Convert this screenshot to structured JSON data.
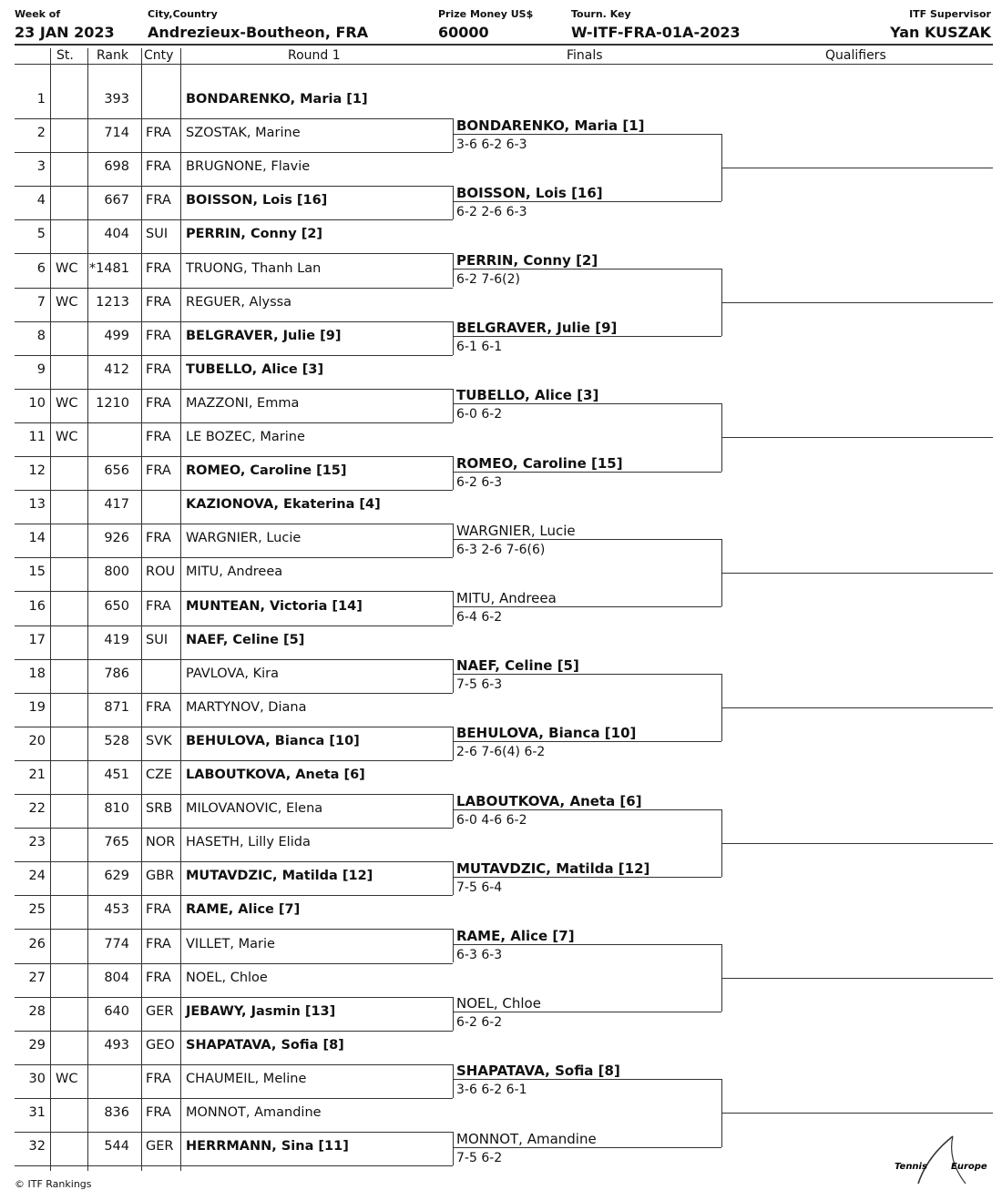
{
  "header": {
    "week_label": "Week of",
    "week_value": "23 JAN 2023",
    "city_label": "City,Country",
    "city_value": "Andrezieux-Boutheon, FRA",
    "prize_label": "Prize Money US$",
    "prize_value": "60000",
    "key_label": "Tourn. Key",
    "key_value": "W-ITF-FRA-01A-2023",
    "supervisor_label": "ITF Supervisor",
    "supervisor_value": "Yan KUSZAK"
  },
  "columns": {
    "st": "St.",
    "rank": "Rank",
    "cnty": "Cnty",
    "round1": "Round 1",
    "finals": "Finals",
    "qualifiers": "Qualifiers"
  },
  "draw": [
    {
      "pos": "1",
      "st": "",
      "rank": "393",
      "cnty": "",
      "name": "BONDARENKO, Maria [1]",
      "seed": true
    },
    {
      "pos": "2",
      "st": "",
      "rank": "714",
      "cnty": "FRA",
      "name": "SZOSTAK, Marine",
      "seed": false
    },
    {
      "pos": "3",
      "st": "",
      "rank": "698",
      "cnty": "FRA",
      "name": "BRUGNONE, Flavie",
      "seed": false
    },
    {
      "pos": "4",
      "st": "",
      "rank": "667",
      "cnty": "FRA",
      "name": "BOISSON, Lois [16]",
      "seed": true
    },
    {
      "pos": "5",
      "st": "",
      "rank": "404",
      "cnty": "SUI",
      "name": "PERRIN, Conny [2]",
      "seed": true
    },
    {
      "pos": "6",
      "st": "WC",
      "rank": "*1481",
      "cnty": "FRA",
      "name": "TRUONG, Thanh Lan",
      "seed": false
    },
    {
      "pos": "7",
      "st": "WC",
      "rank": "1213",
      "cnty": "FRA",
      "name": "REGUER, Alyssa",
      "seed": false
    },
    {
      "pos": "8",
      "st": "",
      "rank": "499",
      "cnty": "FRA",
      "name": "BELGRAVER, Julie [9]",
      "seed": true
    },
    {
      "pos": "9",
      "st": "",
      "rank": "412",
      "cnty": "FRA",
      "name": "TUBELLO, Alice [3]",
      "seed": true
    },
    {
      "pos": "10",
      "st": "WC",
      "rank": "1210",
      "cnty": "FRA",
      "name": "MAZZONI, Emma",
      "seed": false
    },
    {
      "pos": "11",
      "st": "WC",
      "rank": "",
      "cnty": "FRA",
      "name": "LE BOZEC, Marine",
      "seed": false
    },
    {
      "pos": "12",
      "st": "",
      "rank": "656",
      "cnty": "FRA",
      "name": "ROMEO, Caroline [15]",
      "seed": true
    },
    {
      "pos": "13",
      "st": "",
      "rank": "417",
      "cnty": "",
      "name": "KAZIONOVA, Ekaterina [4]",
      "seed": true
    },
    {
      "pos": "14",
      "st": "",
      "rank": "926",
      "cnty": "FRA",
      "name": "WARGNIER, Lucie",
      "seed": false
    },
    {
      "pos": "15",
      "st": "",
      "rank": "800",
      "cnty": "ROU",
      "name": "MITU, Andreea",
      "seed": false
    },
    {
      "pos": "16",
      "st": "",
      "rank": "650",
      "cnty": "FRA",
      "name": "MUNTEAN, Victoria [14]",
      "seed": true
    },
    {
      "pos": "17",
      "st": "",
      "rank": "419",
      "cnty": "SUI",
      "name": "NAEF, Celine [5]",
      "seed": true
    },
    {
      "pos": "18",
      "st": "",
      "rank": "786",
      "cnty": "",
      "name": "PAVLOVA, Kira",
      "seed": false
    },
    {
      "pos": "19",
      "st": "",
      "rank": "871",
      "cnty": "FRA",
      "name": "MARTYNOV, Diana",
      "seed": false
    },
    {
      "pos": "20",
      "st": "",
      "rank": "528",
      "cnty": "SVK",
      "name": "BEHULOVA, Bianca [10]",
      "seed": true
    },
    {
      "pos": "21",
      "st": "",
      "rank": "451",
      "cnty": "CZE",
      "name": "LABOUTKOVA, Aneta [6]",
      "seed": true
    },
    {
      "pos": "22",
      "st": "",
      "rank": "810",
      "cnty": "SRB",
      "name": "MILOVANOVIC, Elena",
      "seed": false
    },
    {
      "pos": "23",
      "st": "",
      "rank": "765",
      "cnty": "NOR",
      "name": "HASETH, Lilly Elida",
      "seed": false
    },
    {
      "pos": "24",
      "st": "",
      "rank": "629",
      "cnty": "GBR",
      "name": "MUTAVDZIC, Matilda [12]",
      "seed": true
    },
    {
      "pos": "25",
      "st": "",
      "rank": "453",
      "cnty": "FRA",
      "name": "RAME, Alice [7]",
      "seed": true
    },
    {
      "pos": "26",
      "st": "",
      "rank": "774",
      "cnty": "FRA",
      "name": "VILLET, Marie",
      "seed": false
    },
    {
      "pos": "27",
      "st": "",
      "rank": "804",
      "cnty": "FRA",
      "name": "NOEL, Chloe",
      "seed": false
    },
    {
      "pos": "28",
      "st": "",
      "rank": "640",
      "cnty": "GER",
      "name": "JEBAWY, Jasmin [13]",
      "seed": true
    },
    {
      "pos": "29",
      "st": "",
      "rank": "493",
      "cnty": "GEO",
      "name": "SHAPATAVA, Sofia [8]",
      "seed": true
    },
    {
      "pos": "30",
      "st": "WC",
      "rank": "",
      "cnty": "FRA",
      "name": "CHAUMEIL, Meline",
      "seed": false
    },
    {
      "pos": "31",
      "st": "",
      "rank": "836",
      "cnty": "FRA",
      "name": "MONNOT, Amandine",
      "seed": false
    },
    {
      "pos": "32",
      "st": "",
      "rank": "544",
      "cnty": "GER",
      "name": "HERRMANN, Sina [11]",
      "seed": true
    }
  ],
  "winners": [
    {
      "name": "BONDARENKO, Maria [1]",
      "score": "3-6 6-2 6-3",
      "seed": true
    },
    {
      "name": "BOISSON, Lois [16]",
      "score": "6-2 2-6 6-3",
      "seed": true
    },
    {
      "name": "PERRIN, Conny [2]",
      "score": "6-2 7-6(2)",
      "seed": true
    },
    {
      "name": "BELGRAVER, Julie [9]",
      "score": "6-1 6-1",
      "seed": true
    },
    {
      "name": "TUBELLO, Alice [3]",
      "score": "6-0 6-2",
      "seed": true
    },
    {
      "name": "ROMEO, Caroline [15]",
      "score": "6-2 6-3",
      "seed": true
    },
    {
      "name": "WARGNIER, Lucie",
      "score": "6-3 2-6 7-6(6)",
      "seed": false
    },
    {
      "name": "MITU, Andreea",
      "score": "6-4 6-2",
      "seed": false
    },
    {
      "name": "NAEF, Celine [5]",
      "score": "7-5 6-3",
      "seed": true
    },
    {
      "name": "BEHULOVA, Bianca [10]",
      "score": "2-6 7-6(4) 6-2",
      "seed": true
    },
    {
      "name": "LABOUTKOVA, Aneta [6]",
      "score": "6-0 4-6 6-2",
      "seed": true
    },
    {
      "name": "MUTAVDZIC, Matilda [12]",
      "score": "7-5 6-4",
      "seed": true
    },
    {
      "name": "RAME, Alice [7]",
      "score": "6-3 6-3",
      "seed": true
    },
    {
      "name": "NOEL, Chloe",
      "score": "6-2 6-2",
      "seed": false
    },
    {
      "name": "SHAPATAVA, Sofia [8]",
      "score": "3-6 6-2 6-1",
      "seed": true
    },
    {
      "name": "MONNOT, Amandine",
      "score": "7-5 6-2",
      "seed": false
    }
  ],
  "footer": {
    "text": "© ITF Rankings"
  },
  "logo": {
    "word1": "Tennis",
    "word2": "Europe"
  }
}
